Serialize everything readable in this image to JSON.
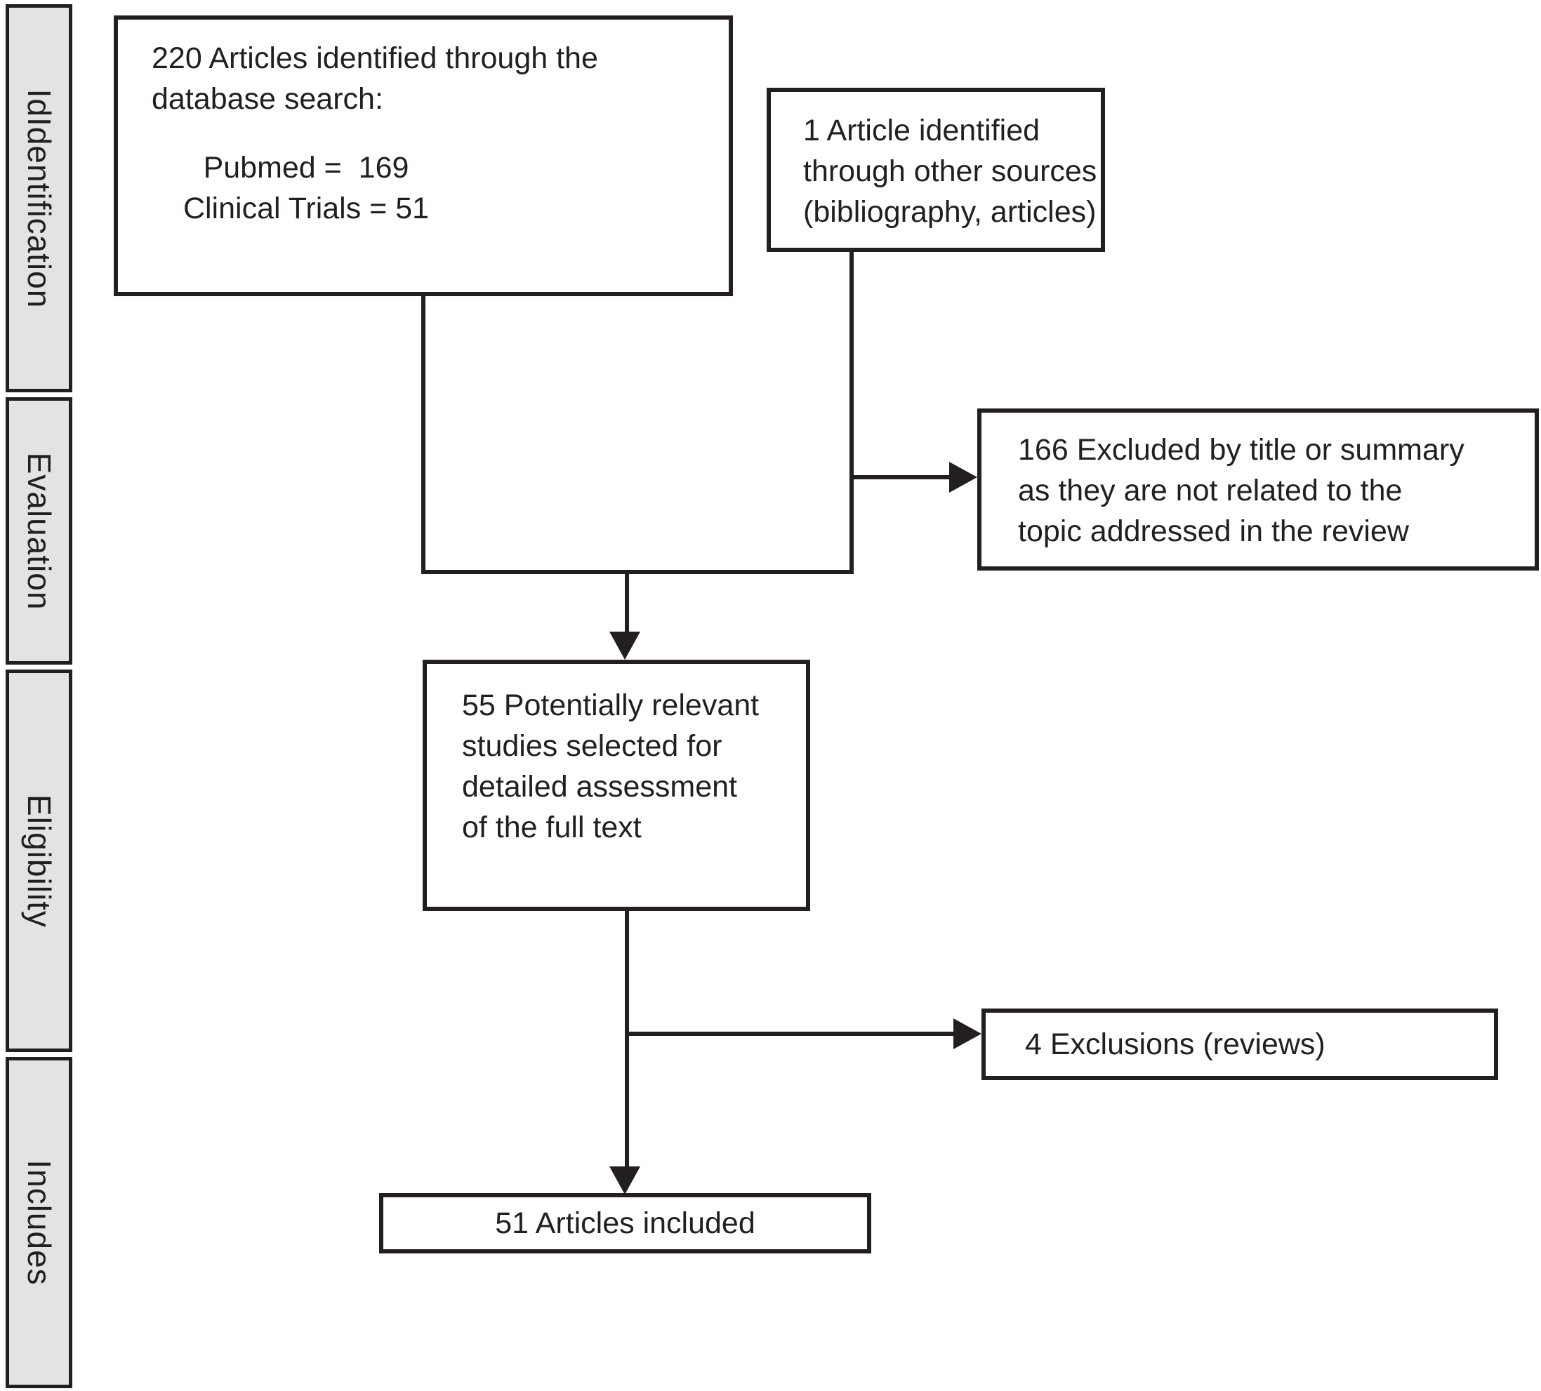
{
  "colors": {
    "ink": "#231f20",
    "sidebar_fill": "#e3e3e5",
    "background": "#ffffff"
  },
  "sidebar": {
    "panels": [
      {
        "id": "identification",
        "label": "IdIdentification"
      },
      {
        "id": "evaluation",
        "label": "Evaluation"
      },
      {
        "id": "eligibility",
        "label": "Eligibility"
      },
      {
        "id": "includes",
        "label": "Includes"
      }
    ]
  },
  "boxes": {
    "database_search": {
      "line1": "220 Articles identified through the",
      "line2": "database search:",
      "pubmed": "Pubmed =  169",
      "clinical_trials": "Clinical Trials = 51"
    },
    "other_sources": {
      "line1": "1 Article identified",
      "line2": "through other sources",
      "line3": "(bibliography, articles)"
    },
    "excluded_title_summary": {
      "line1": "166 Excluded by title or summary",
      "line2": "as they are not related to the",
      "line3": "topic addressed in the review"
    },
    "potentially_relevant": {
      "line1": "55 Potentially relevant",
      "line2": "studies selected for",
      "line3": "detailed assessment",
      "line4": "of the full text"
    },
    "exclusions_reviews": {
      "label": "4 Exclusions (reviews)"
    },
    "articles_included": {
      "label": "51 Articles included"
    }
  }
}
